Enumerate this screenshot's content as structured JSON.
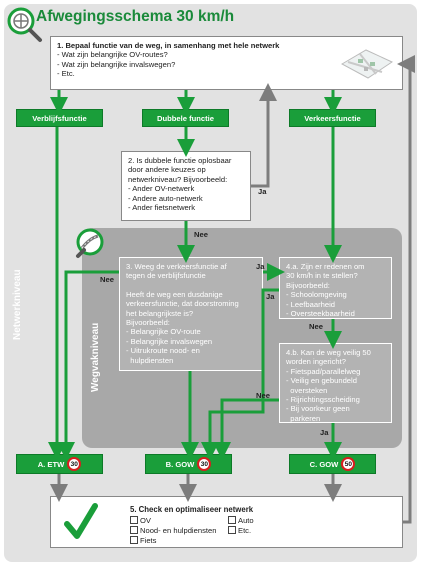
{
  "title": "Afwegingsschema 30 km/h",
  "side_labels": {
    "netwerk": "Netwerkniveau",
    "wegvak": "Wegvakniveau"
  },
  "step1": {
    "lines": [
      "1. Bepaal functie van de weg, in samenhang met hele netwerk",
      "- Wat zijn belangrijke OV-routes?",
      "- Wat zijn belangrijke invalswegen?",
      "- Etc."
    ]
  },
  "functions": {
    "verblijf": "Verblijfsfunctie",
    "dubbel": "Dubbele functie",
    "verkeer": "Verkeersfunctie"
  },
  "step2": {
    "lines": [
      "2. Is dubbele functie oplosbaar",
      "door andere keuzes op",
      "netwerkniveau? Bijvoorbeeld:",
      "- Ander OV-netwerk",
      "- Andere auto-netwerk",
      "- Ander fietsnetwerk"
    ]
  },
  "step3": {
    "lines": [
      "3. Weeg de verkeersfunctie af",
      "tegen de verblijfsfunctie",
      "",
      "Heeft de weg een dusdanige",
      "verkeersfunctie, dat doorstroming",
      "het belangrijkste is?",
      "Bijvoorbeeld:",
      "- Belangrijke OV-route",
      "- Belangrijke invalswegen",
      "- Uitrukroute nood- en",
      "  hulpdiensten"
    ]
  },
  "step4a": {
    "lines": [
      "4.a. Zijn er redenen om",
      "30 km/h in te stellen?",
      "Bijvoorbeeld:",
      "- Schoolomgeving",
      "- Leefbaarheid",
      "- Oversteekbaarheid"
    ]
  },
  "step4b": {
    "lines": [
      "4.b. Kan de weg veilig 50",
      "worden ingericht?",
      "- Fietspad/parallelweg",
      "- Veilig en gebundeld",
      "  oversteken",
      "- Rijrichtingsscheiding",
      "- Bij voorkeur geen",
      "  parkeren"
    ]
  },
  "edge_labels": {
    "ja1": "Ja",
    "nee1": "Nee",
    "nee2": "Nee",
    "ja2": "Ja",
    "ja3": "Ja",
    "nee3": "Nee",
    "nee4": "Nee",
    "ja4": "Ja"
  },
  "results": {
    "a": {
      "label": "A. ETW",
      "speed": "30"
    },
    "b": {
      "label": "B. GOW",
      "speed": "30"
    },
    "c": {
      "label": "C. GOW",
      "speed": "50"
    }
  },
  "step5": {
    "title": "5. Check en optimaliseer netwerk",
    "options": [
      "OV",
      "Auto",
      "Nood- en hulpdiensten",
      "Etc.",
      "Fiets"
    ]
  },
  "colors": {
    "green": "#1a9e3a",
    "dark_green": "#1a8a3a",
    "grey_panel": "#e2e2e2",
    "wegvak_panel": "#a8a8a8",
    "red_sign": "#d81e1e"
  },
  "icons": [
    "magnifier-network-icon",
    "magnifier-road-icon",
    "map-illustration-icon",
    "checkmark-icon"
  ]
}
